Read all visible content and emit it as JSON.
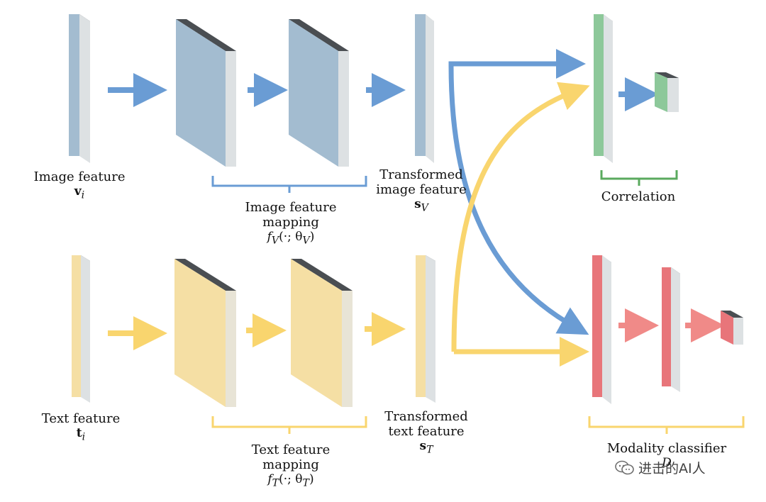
{
  "labels": {
    "image_feature": "Image feature",
    "image_feature_sym": "v",
    "image_feature_sub": "i",
    "image_mapping_l1": "Image feature",
    "image_mapping_l2": "mapping",
    "image_mapping_fn": "f",
    "image_mapping_fn_sub": "V",
    "image_mapping_args": "(·; θ",
    "image_mapping_args_sub": "V",
    "image_mapping_close": ")",
    "transformed_image_l1": "Transformed",
    "transformed_image_l2": "image feature",
    "transformed_image_sym": "s",
    "transformed_image_sub": "V",
    "correlation": "Correlation",
    "text_feature": "Text feature",
    "text_feature_sym": "t",
    "text_feature_sub": "i",
    "text_mapping_l1": "Text feature",
    "text_mapping_l2": "mapping",
    "text_mapping_fn": "f",
    "text_mapping_fn_sub": "T",
    "text_mapping_args": "(·; θ",
    "text_mapping_args_sub": "T",
    "text_mapping_close": ")",
    "transformed_text_l1": "Transformed",
    "transformed_text_l2": "text feature",
    "transformed_text_sym": "s",
    "transformed_text_sub": "T",
    "modality_classifier": "Modality classifier",
    "modality_classifier_sym": "D"
  },
  "watermark": "进击的AI人",
  "colors": {
    "image_blue": "#a3bcd0",
    "image_arrow": "#6a9cd4",
    "text_yellow": "#f5dfa4",
    "text_arrow": "#f9d56e",
    "correlation_green": "#8dc89a",
    "correlation_brace": "#5aaa5e",
    "classifier_red": "#e8757a",
    "classifier_arrow": "#f08a88",
    "side_gray": "#dde1e3",
    "top_dark": "#4a4e52"
  }
}
